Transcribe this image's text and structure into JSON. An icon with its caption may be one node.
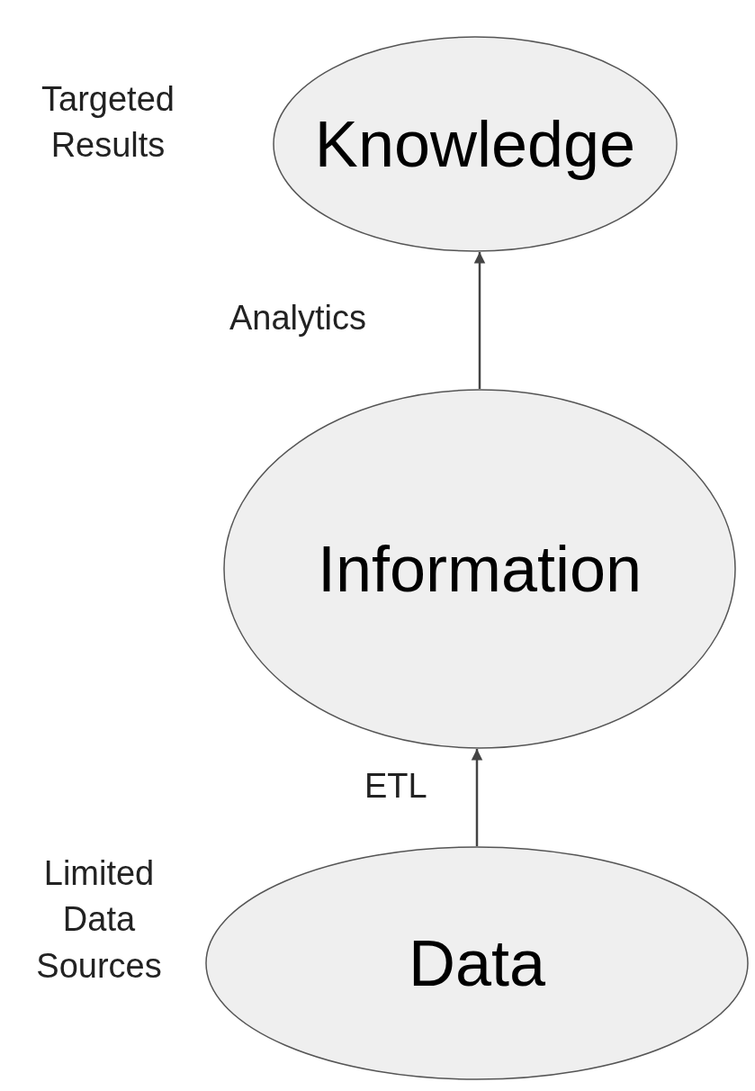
{
  "diagram": {
    "nodes": [
      {
        "text": [
          "Knowledge"
        ],
        "beside": [
          "Targeted Results"
        ]
      },
      {
        "text": [
          "Information"
        ]
      },
      {
        "text": [
          "Data"
        ],
        "beside": [
          "Limited Data Sources"
        ]
      }
    ],
    "edges": [
      {
        "from": 1,
        "to": 0,
        "arrow": "to",
        "label": "Analytics"
      },
      {
        "from": 2,
        "to": 1,
        "arrow": "to",
        "label": "ETL"
      }
    ]
  }
}
